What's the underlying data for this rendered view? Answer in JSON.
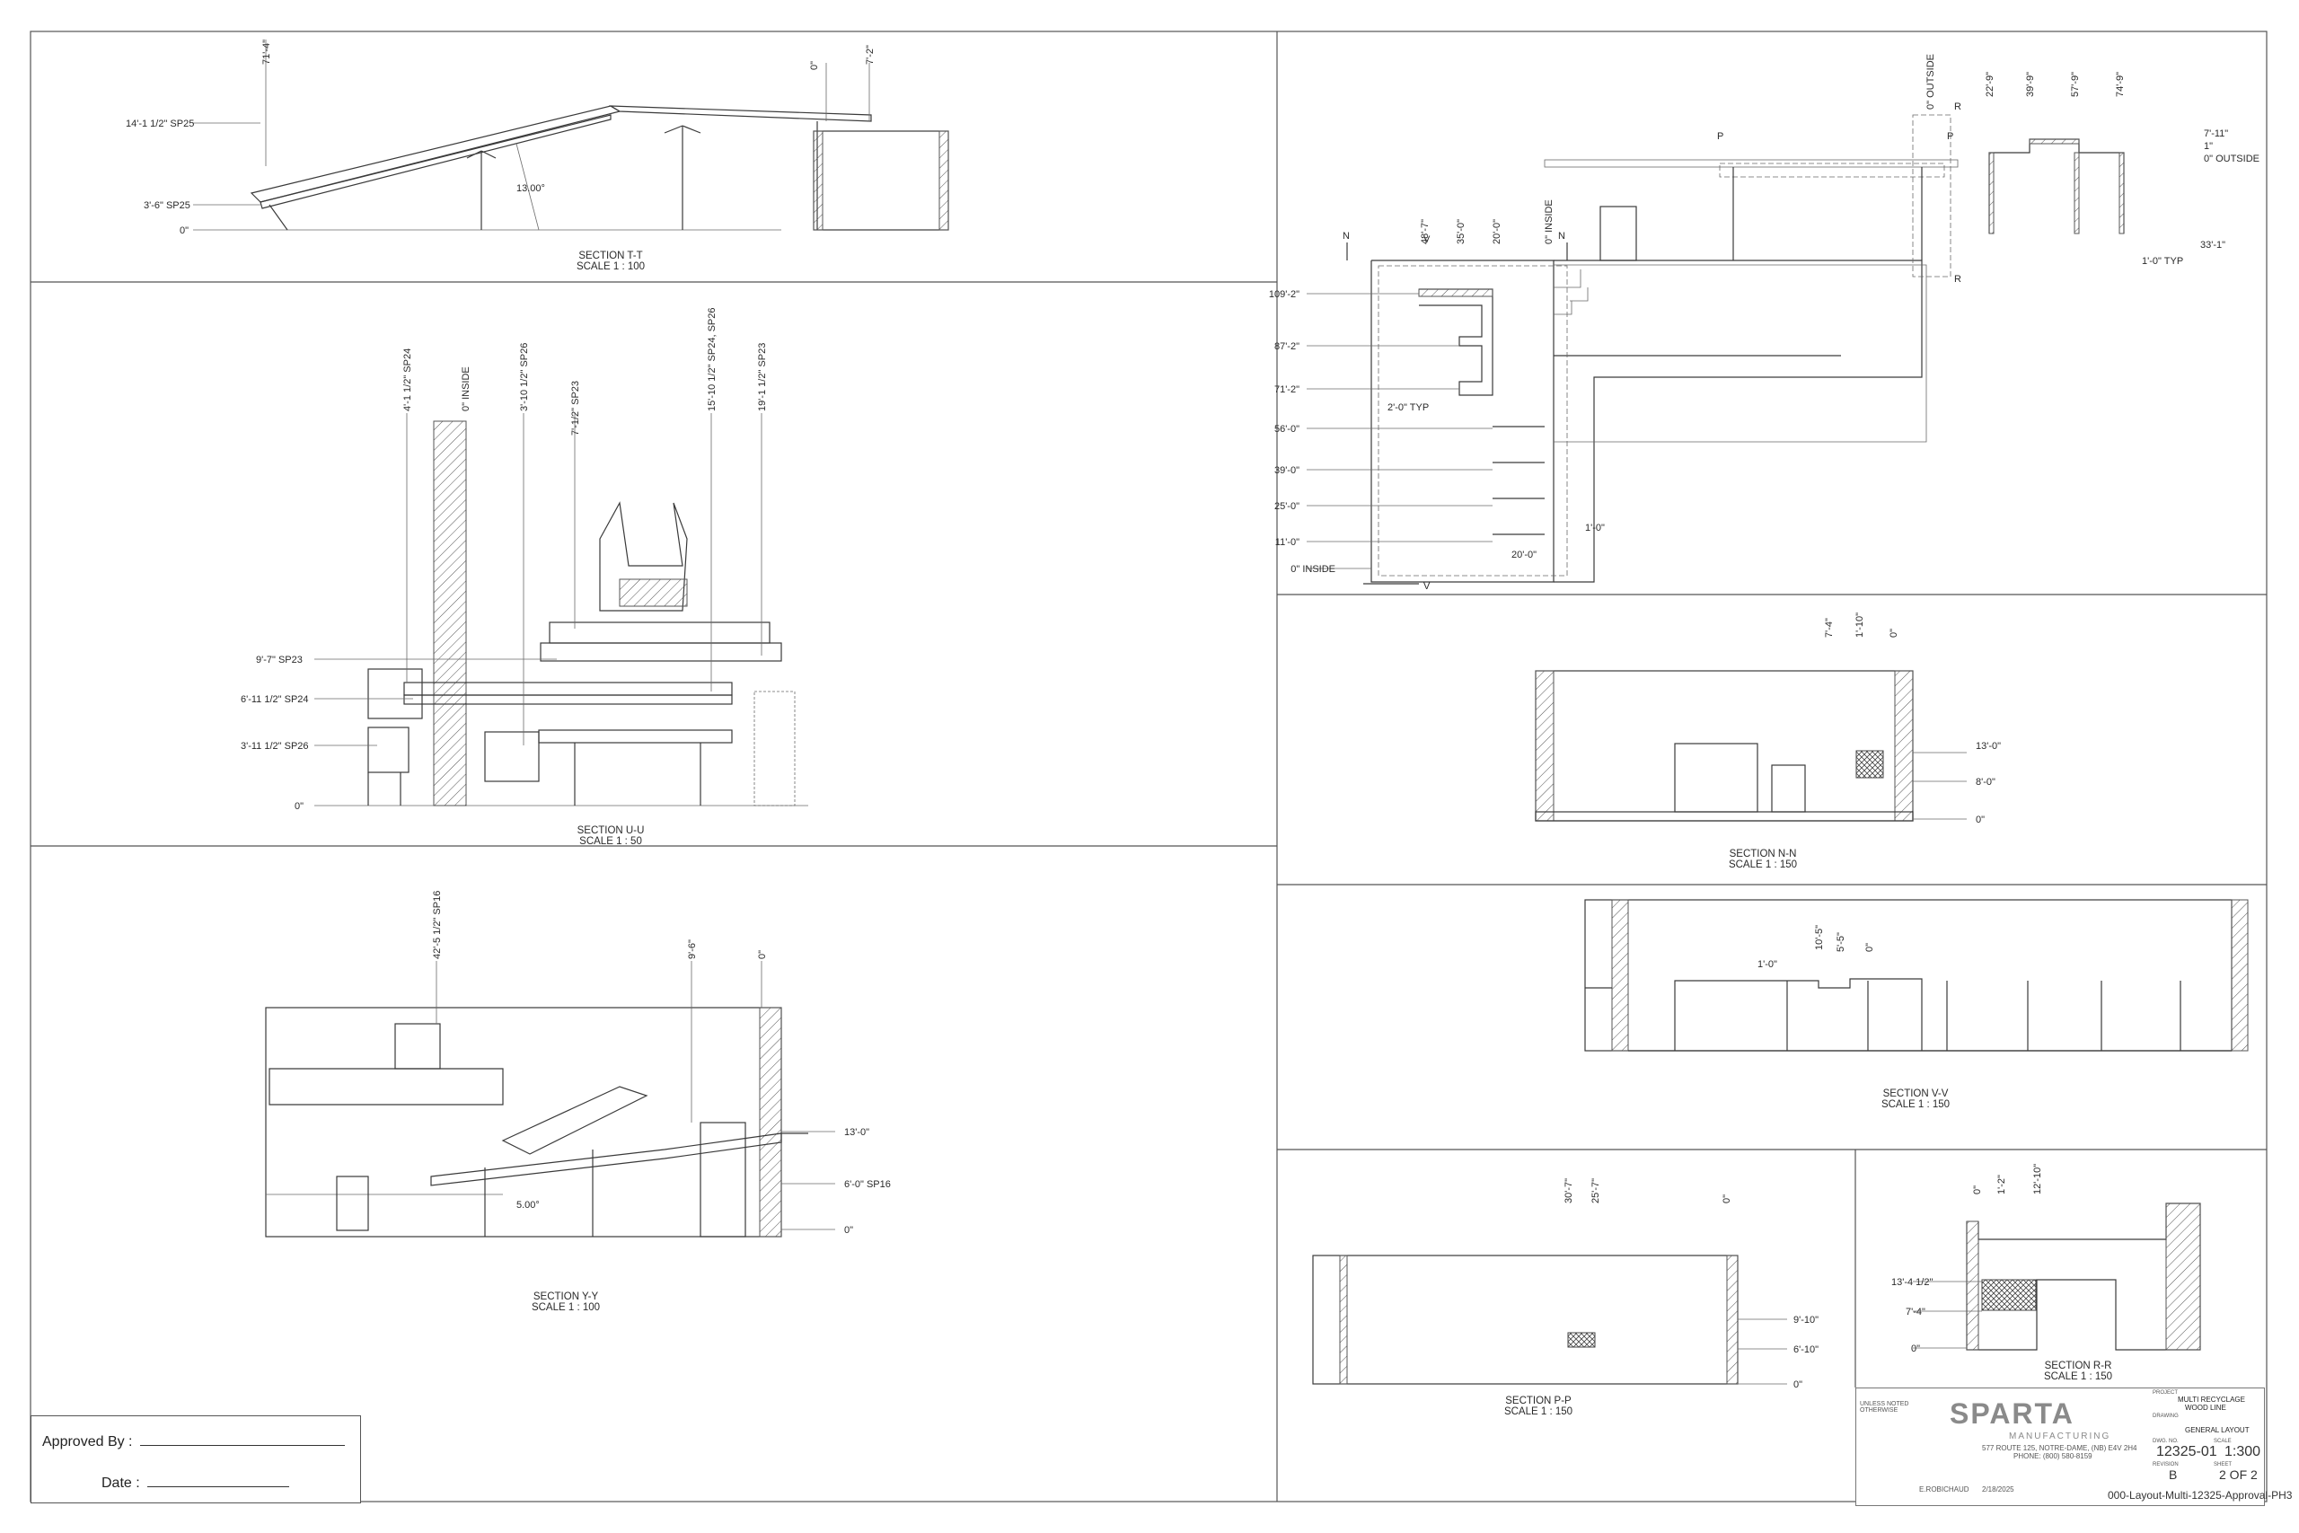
{
  "sections": {
    "tt": {
      "title": "SECTION T-T",
      "scale": "SCALE 1 : 100",
      "labels": {
        "l1": "14'-1 1/2\" SP25",
        "l2": "3'-6\" SP25",
        "l3": "0\"",
        "v1": "71'-4\"",
        "v2": "0\"",
        "v3": "7'-2\"",
        "ang": "13.00°"
      }
    },
    "uu": {
      "title": "SECTION U-U",
      "scale": "SCALE 1 : 50",
      "labels": {
        "l1": "9'-7\" SP23",
        "l2": "6'-11 1/2\" SP24",
        "l3": "3'-11 1/2\" SP26",
        "l4": "0\"",
        "v1": "4'-1 1/2\" SP24",
        "v2": "0\" INSIDE",
        "v3": "3'-10 1/2\" SP26",
        "v4": "7'-1/2\" SP23",
        "v5": "15'-10 1/2\" SP24, SP26",
        "v6": "19'-1 1/2\" SP23"
      }
    },
    "yy": {
      "title": "SECTION Y-Y",
      "scale": "SCALE 1 : 100",
      "labels": {
        "v1": "42'-5 1/2\" SP16",
        "v2": "9'-6\"",
        "v3": "0\"",
        "r1": "13'-0\"",
        "r2": "6'-0\" SP16",
        "r3": "0\"",
        "ang": "5.00°"
      }
    },
    "plan": {
      "labels": {
        "e1": "109'-2\"",
        "e2": "87'-2\"",
        "e3": "71'-2\"",
        "e4": "56'-0\"",
        "e5": "39'-0\"",
        "e6": "25'-0\"",
        "e7": "11'-0\"",
        "e8": "0\" INSIDE",
        "t1": "48'-7\"",
        "t2": "35'-0\"",
        "t3": "20'-0\"",
        "t4": "0\" INSIDE",
        "typ": "2'-0\" TYP",
        "w1": "20'-0\"",
        "w2": "1'-0\"",
        "o1": "0\" OUTSIDE",
        "o2": "22'-9\"",
        "o3": "39'-9\"",
        "o4": "57'-9\"",
        "o5": "74'-9\"",
        "r1": "7'-11\"",
        "r2": "1\"",
        "r3": "0\" OUTSIDE",
        "r4": "33'-1\"",
        "r5": "1'-0\" TYP",
        "n": "N",
        "v": "V",
        "p": "P",
        "r": "R"
      }
    },
    "nn": {
      "title": "SECTION N-N",
      "scale": "SCALE 1 : 150",
      "labels": {
        "v1": "7'-4\"",
        "v2": "1'-10\"",
        "v3": "0\"",
        "r1": "13'-0\"",
        "r2": "8'-0\"",
        "r3": "0\""
      }
    },
    "vv": {
      "title": "SECTION V-V",
      "scale": "SCALE 1 : 150",
      "labels": {
        "v1": "10'-5\"",
        "v2": "5'-5\"",
        "v3": "0\"",
        "h1": "1'-0\""
      }
    },
    "pp": {
      "title": "SECTION P-P",
      "scale": "SCALE 1 : 150",
      "labels": {
        "v1": "30'-7\"",
        "v2": "25'-7\"",
        "v3": "0\"",
        "r1": "9'-10\"",
        "r2": "6'-10\"",
        "r3": "0\""
      }
    },
    "rr": {
      "title": "SECTION R-R",
      "scale": "SCALE 1 : 150",
      "labels": {
        "v1": "0\"",
        "v2": "1'-2\"",
        "v3": "12'-10\"",
        "l1": "13'-4 1/2\"",
        "l2": "7'-4\"",
        "l3": "0\""
      }
    }
  },
  "approval": {
    "approved_by": "Approved By :",
    "date": "Date :"
  },
  "title_block": {
    "company": "SPARTA",
    "tagline": "MANUFACTURING",
    "address": "577 ROUTE 125, NOTRE-DAME, (NB) E4V 2H4",
    "phone": "PHONE: (800) 580-8159",
    "project_label": "PROJECT",
    "project": "MULTI RECYCLAGE",
    "project2": "WOOD LINE",
    "drawing_label": "DRAWING",
    "drawing": "GENERAL LAYOUT",
    "dwg_no_label": "DWG. NO.",
    "dwg_no": "12325-01",
    "scale_label": "SCALE",
    "scale": "1:300",
    "rev_label": "REVISION",
    "rev": "B",
    "sheet_label": "SHEET",
    "sheet": "2 OF 2",
    "drawn_by": "E.ROBICHAUD",
    "date": "2/18/2025",
    "filename": "000-Layout-Multi-12325-Approval-PH3",
    "tolerance": "UNLESS NOTED OTHERWISE"
  }
}
